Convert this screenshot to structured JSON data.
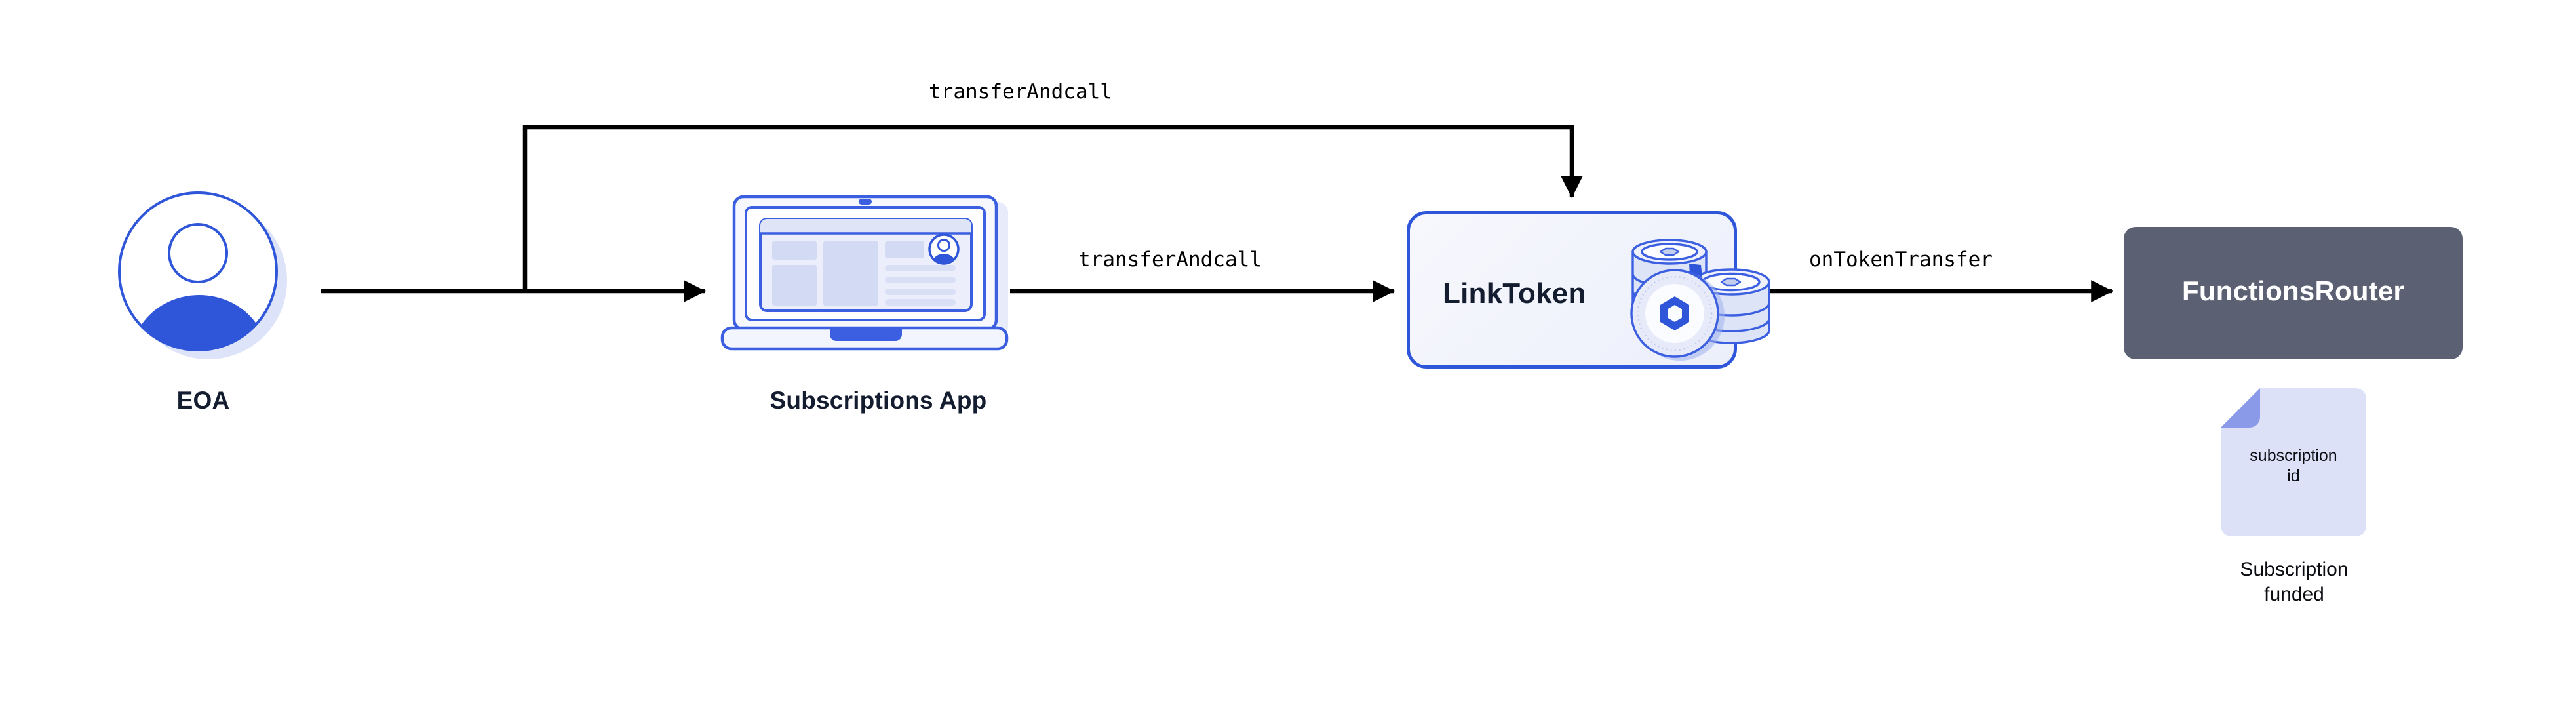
{
  "diagram": {
    "title": "Chainlink Functions subscription funding flow",
    "background_color": "#ffffff",
    "type": "flow-diagram"
  },
  "nodes": [
    {
      "id": "eoa",
      "label": "EOA",
      "kind": "actor",
      "icon": "user-avatar-icon",
      "label_color": "#141c2f"
    },
    {
      "id": "subscriptions-app",
      "label": "Subscriptions App",
      "kind": "application",
      "icon": "laptop-icon",
      "label_color": "#141c2f"
    },
    {
      "id": "linktoken",
      "label": "LinkToken",
      "kind": "contract",
      "icon": "link-coins-icon",
      "border_color": "#2f56d9",
      "fill_color": "#eff1fb",
      "label_color": "#141c2f"
    },
    {
      "id": "functionsrouter",
      "label": "FunctionsRouter",
      "kind": "contract",
      "fill_color": "#5b6172",
      "label_color": "#ffffff"
    },
    {
      "id": "subscription-doc",
      "icon": "document-icon",
      "doc_text": "subscription\nid",
      "caption": "Subscription\nfunded",
      "fill_color": "#dce1f8",
      "fold_color": "#8b9ae8",
      "label_color": "#0b0d12"
    }
  ],
  "edges": [
    {
      "id": "edge-top",
      "from": "eoa",
      "to": "linktoken",
      "label": "transferAndcall",
      "routing": "orthogonal-top",
      "color": "#000000"
    },
    {
      "id": "edge-mid",
      "from": "subscriptions-app",
      "to": "linktoken",
      "label": "transferAndcall",
      "routing": "straight",
      "color": "#000000"
    },
    {
      "id": "edge-right",
      "from": "linktoken",
      "to": "functionsrouter",
      "label": "onTokenTransfer",
      "routing": "straight",
      "color": "#000000"
    },
    {
      "id": "edge-eoa-app",
      "from": "eoa",
      "to": "subscriptions-app",
      "label": "",
      "routing": "straight",
      "color": "#000000"
    }
  ],
  "labels": {
    "eoa": "EOA",
    "subscriptions_app": "Subscriptions App",
    "linktoken": "LinkToken",
    "functionsrouter": "FunctionsRouter",
    "subscription_doc_line1": "subscription",
    "subscription_doc_line2": "id",
    "subscription_caption_line1": "Subscription",
    "subscription_caption_line2": "funded",
    "edge_top": "transferAndcall",
    "edge_mid": "transferAndcall",
    "edge_right": "onTokenTransfer"
  },
  "colors": {
    "accent_blue": "#2f56d9",
    "light_blue": "#dce1f8",
    "pale_blue": "#eff1fb",
    "slate": "#5b6172",
    "ink": "#141c2f",
    "line": "#000000",
    "white": "#ffffff"
  }
}
